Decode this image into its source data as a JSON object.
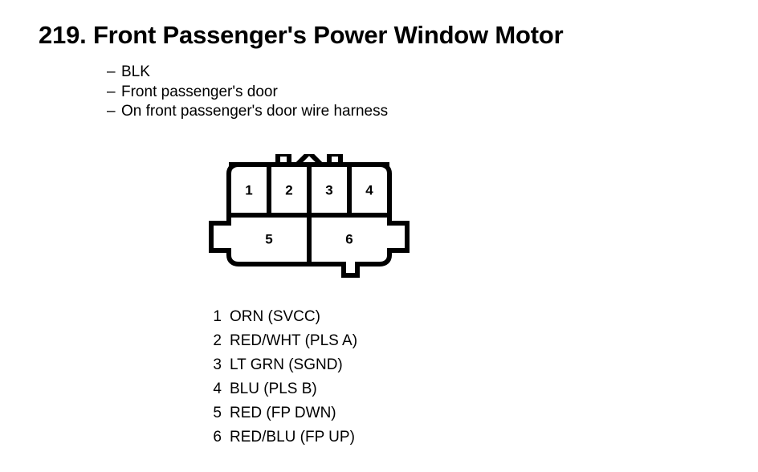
{
  "page": {
    "title": "219. Front Passenger's Power Window Motor",
    "specs": [
      {
        "dash": "–",
        "text": "BLK"
      },
      {
        "dash": "–",
        "text": "Front passenger's door"
      },
      {
        "dash": "–",
        "text": "On front passenger's door wire harness"
      }
    ]
  },
  "connector": {
    "name": "6-pin connector diagram",
    "top_row_pins": [
      "1",
      "2",
      "3",
      "4"
    ],
    "bottom_row_pins": [
      "5",
      "6"
    ],
    "outline_color": "#000000",
    "fill_color": "#ffffff"
  },
  "legend": {
    "rows": [
      {
        "num": "1",
        "label": "ORN (SVCC)"
      },
      {
        "num": "2",
        "label": "RED/WHT (PLS A)"
      },
      {
        "num": "3",
        "label": "LT GRN (SGND)"
      },
      {
        "num": "4",
        "label": "BLU (PLS B)"
      },
      {
        "num": "5",
        "label": "RED (FP DWN)"
      },
      {
        "num": "6",
        "label": "RED/BLU (FP UP)"
      }
    ]
  }
}
